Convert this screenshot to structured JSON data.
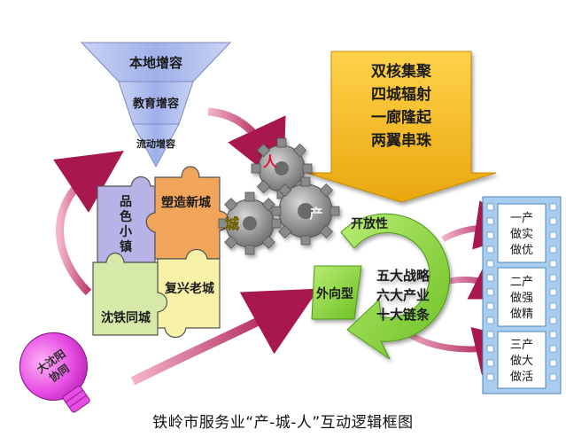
{
  "funnel": {
    "top": "本地增容",
    "middle": "教育增容",
    "bottom": "流动增容"
  },
  "strategy_box": {
    "lines": [
      "双核集聚",
      "四城辐射",
      "一廊隆起",
      "两翼串珠"
    ]
  },
  "gears": {
    "person": "人",
    "city": "城",
    "industry": "产"
  },
  "puzzle": {
    "town": [
      "品",
      "色",
      "小",
      "镇"
    ],
    "new_city": "塑造新城",
    "old_city": "复兴老城",
    "shentie": "沈铁同城"
  },
  "bulb": {
    "lines": [
      "大沈阳",
      "协同"
    ]
  },
  "ring": {
    "open": "开放性",
    "outward": "外向型",
    "center_lines": [
      "五大战略",
      "六大产业",
      "十大链条"
    ]
  },
  "film_frames": [
    {
      "lines": [
        "一产",
        "做实",
        "做优"
      ]
    },
    {
      "lines": [
        "二产",
        "做强",
        "做精"
      ]
    },
    {
      "lines": [
        "三产",
        "做大",
        "做活"
      ]
    }
  ],
  "caption": "铁岭市服务业“产-城-人”互动逻辑框图",
  "colors": {
    "funnel": "#a9b7ea",
    "strategy": "#f2b81c",
    "puzzle_purple": "#b7b3e6",
    "puzzle_orange": "#f0a55a",
    "puzzle_yellow": "#f7f2a8",
    "puzzle_green": "#d6e9a9",
    "gear": "#8c8c8c",
    "ring": "#8fd63a",
    "arrow": "#b0245a",
    "bulb": "#e64de3",
    "film": "#9fc6ea"
  }
}
